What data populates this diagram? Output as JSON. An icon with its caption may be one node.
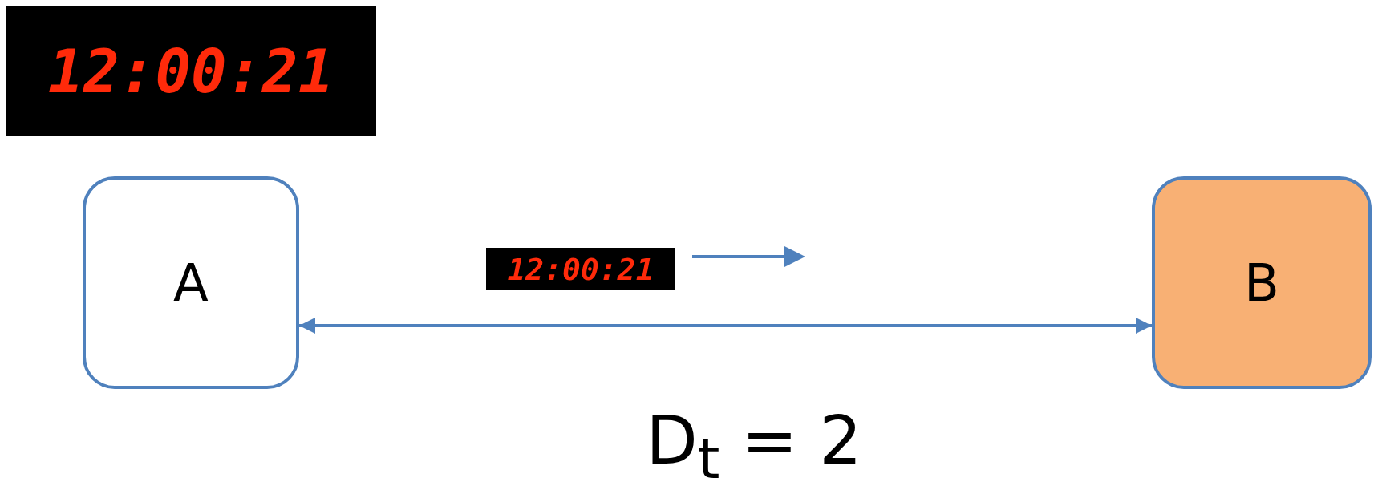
{
  "diagram": {
    "nodes": [
      {
        "text": [
          "A"
        ]
      },
      {
        "text": [
          "B"
        ]
      }
    ],
    "edges": [
      {
        "from": 0,
        "to": 1,
        "arrow": "both"
      }
    ],
    "labels": [
      "12:00:21",
      "12:00:21",
      "D$_{t}$ = 2"
    ]
  }
}
